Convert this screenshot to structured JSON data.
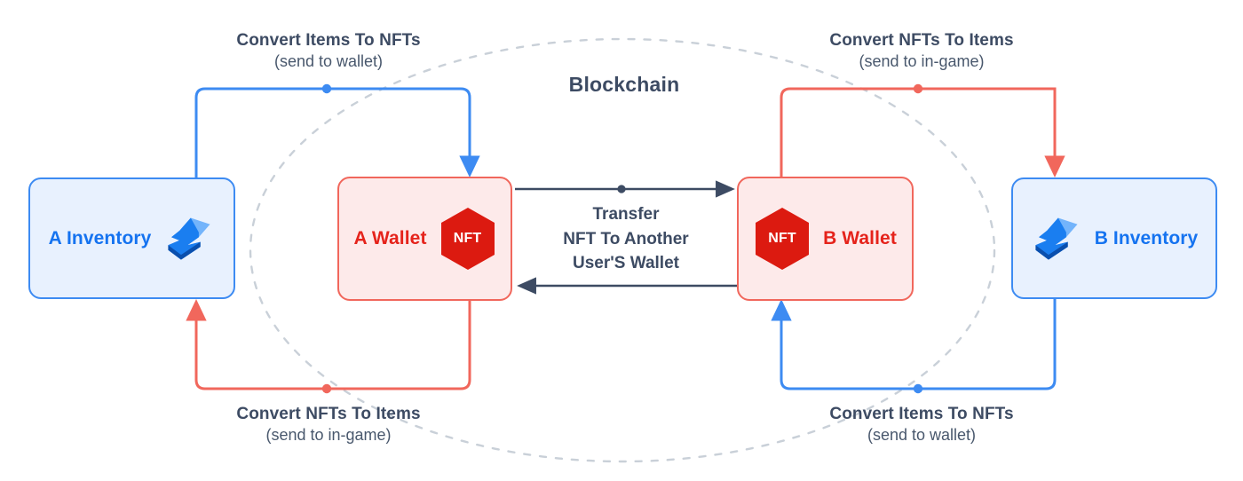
{
  "diagram": {
    "title": "Blockchain",
    "background": "#ffffff",
    "colors": {
      "blue_line": "#3d8bf2",
      "blue_fill": "#e8f1fe",
      "blue_text": "#1573f0",
      "red_line": "#f1675c",
      "red_fill": "#fdeaea",
      "red_text": "#e5231b",
      "nft_hex": "#dc1a10",
      "arrow_dark": "#3d4b63",
      "label_text": "#3d4b63",
      "dashed_ellipse": "#c9d0d8"
    }
  },
  "nodes": {
    "a_inventory": {
      "label": "A Inventory",
      "icon": "bolt-3d-icon"
    },
    "a_wallet": {
      "label": "A Wallet",
      "badge": "NFT",
      "icon": "nft-hexagon-icon"
    },
    "b_wallet": {
      "label": "B Wallet",
      "badge": "NFT",
      "icon": "nft-hexagon-icon"
    },
    "b_inventory": {
      "label": "B Inventory",
      "icon": "bolt-3d-icon"
    }
  },
  "flows": {
    "top_left": {
      "title": "Convert Items To NFTs",
      "subtitle": "(send to wallet)",
      "color": "#3d8bf2",
      "from": "A Inventory",
      "to": "A Wallet"
    },
    "bottom_left": {
      "title": "Convert NFTs To Items",
      "subtitle": "(send to in-game)",
      "color": "#f1675c",
      "from": "A Wallet",
      "to": "A Inventory"
    },
    "top_right": {
      "title": "Convert NFTs To Items",
      "subtitle": "(send to in-game)",
      "color": "#f1675c",
      "from": "B Wallet",
      "to": "B Inventory"
    },
    "bottom_right": {
      "title": "Convert Items To NFTs",
      "subtitle": "(send to wallet)",
      "color": "#3d8bf2",
      "from": "B Inventory",
      "to": "B Wallet"
    },
    "transfer": {
      "line1": "Transfer",
      "line2": "NFT To Another",
      "line3": "User'S Wallet",
      "color": "#3d4b63",
      "direction": "bidirectional"
    }
  }
}
